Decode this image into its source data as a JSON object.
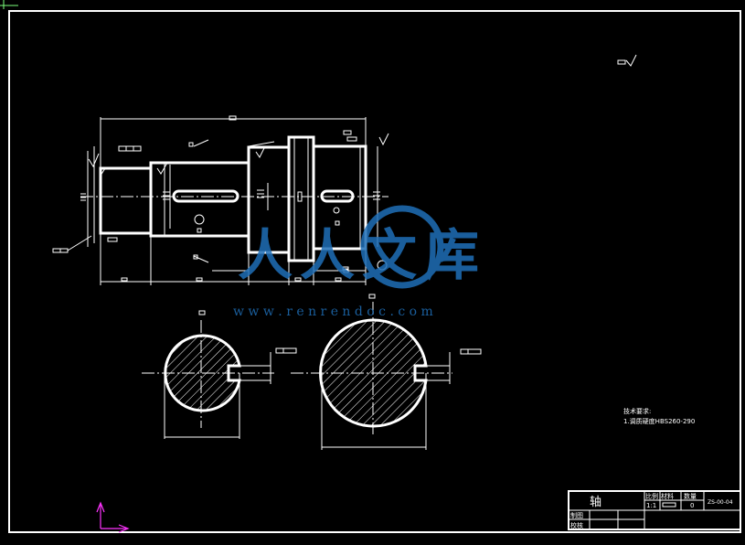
{
  "drawing": {
    "watermark": {
      "brand": "人人文库",
      "url": "w w w . r e n r e n d o c . c o m"
    },
    "notes": {
      "heading": "技术要求:",
      "line1": "1.调质硬度HBS260-290"
    },
    "title_block": {
      "part_name": "轴",
      "scale_label": "比例",
      "scale_value": "1:1",
      "material_label": "材料",
      "quantity_label": "数量",
      "quantity_value": "0",
      "drawing_number": "ZS-00-04",
      "drawn_by_label": "制图",
      "checked_by_label": "校核"
    },
    "colors": {
      "background": "#000000",
      "lines": "#ffffff",
      "hatch": "#ffffff",
      "ucs_icon": "#ff33ff",
      "watermark": "#1f6fb8"
    }
  }
}
